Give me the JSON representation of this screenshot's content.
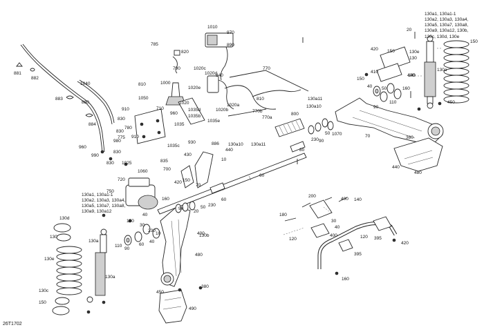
{
  "diagram_code": "26T1702",
  "blocks": {
    "right_spring": "130a1, 130a1-1\n130a2, 130a3, 130a4,\n130a5, 130a7, 130a8,\n130a9, 130a12, 130b,\n130c, 130d, 130e",
    "left_spring": "130a1, 130a1-1\n130a2, 130a3, 130a4,\n130a5, 130a7, 130a8,\n130a9, 130a12"
  },
  "labels": [
    "1010",
    "970",
    "890",
    "785",
    "820",
    "790",
    "1020c",
    "1020d",
    "840",
    "1020e",
    "1040",
    "770",
    "881",
    "882",
    "883",
    "880",
    "810",
    "1000",
    "1050",
    "1020",
    "960",
    "1035d",
    "1035b",
    "1020a",
    "1020b",
    "1035e",
    "810",
    "770b",
    "770a",
    "130a11",
    "130a10",
    "800",
    "884",
    "910",
    "710",
    "830",
    "1035",
    "780",
    "830",
    "775",
    "980",
    "910",
    "990",
    "960",
    "1025",
    "830",
    "830",
    "1035c",
    "930",
    "886",
    "130a11",
    "130a10",
    "440",
    "430",
    "10",
    "70",
    "80",
    "60",
    "230",
    "90",
    "50",
    "1070",
    "835",
    "1060",
    "700",
    "720",
    "750",
    "160",
    "420",
    "150",
    "70",
    "60",
    "230",
    "50",
    "20",
    "90",
    "40",
    "30",
    "130b",
    "130d",
    "130",
    "130e",
    "130c",
    "150",
    "150",
    "110",
    "90",
    "60",
    "40",
    "230",
    "10",
    "400",
    "480",
    "380",
    "490",
    "450",
    "130a",
    "130a",
    "400",
    "380",
    "480",
    "440",
    "420",
    "410",
    "150",
    "150",
    "450",
    "20",
    "40",
    "50",
    "90",
    "110",
    "160",
    "130e",
    "130",
    "150",
    "130a",
    "140",
    "200",
    "400",
    "140",
    "180",
    "30",
    "40",
    "120",
    "395",
    "420",
    "400",
    "120",
    "395",
    "160"
  ]
}
